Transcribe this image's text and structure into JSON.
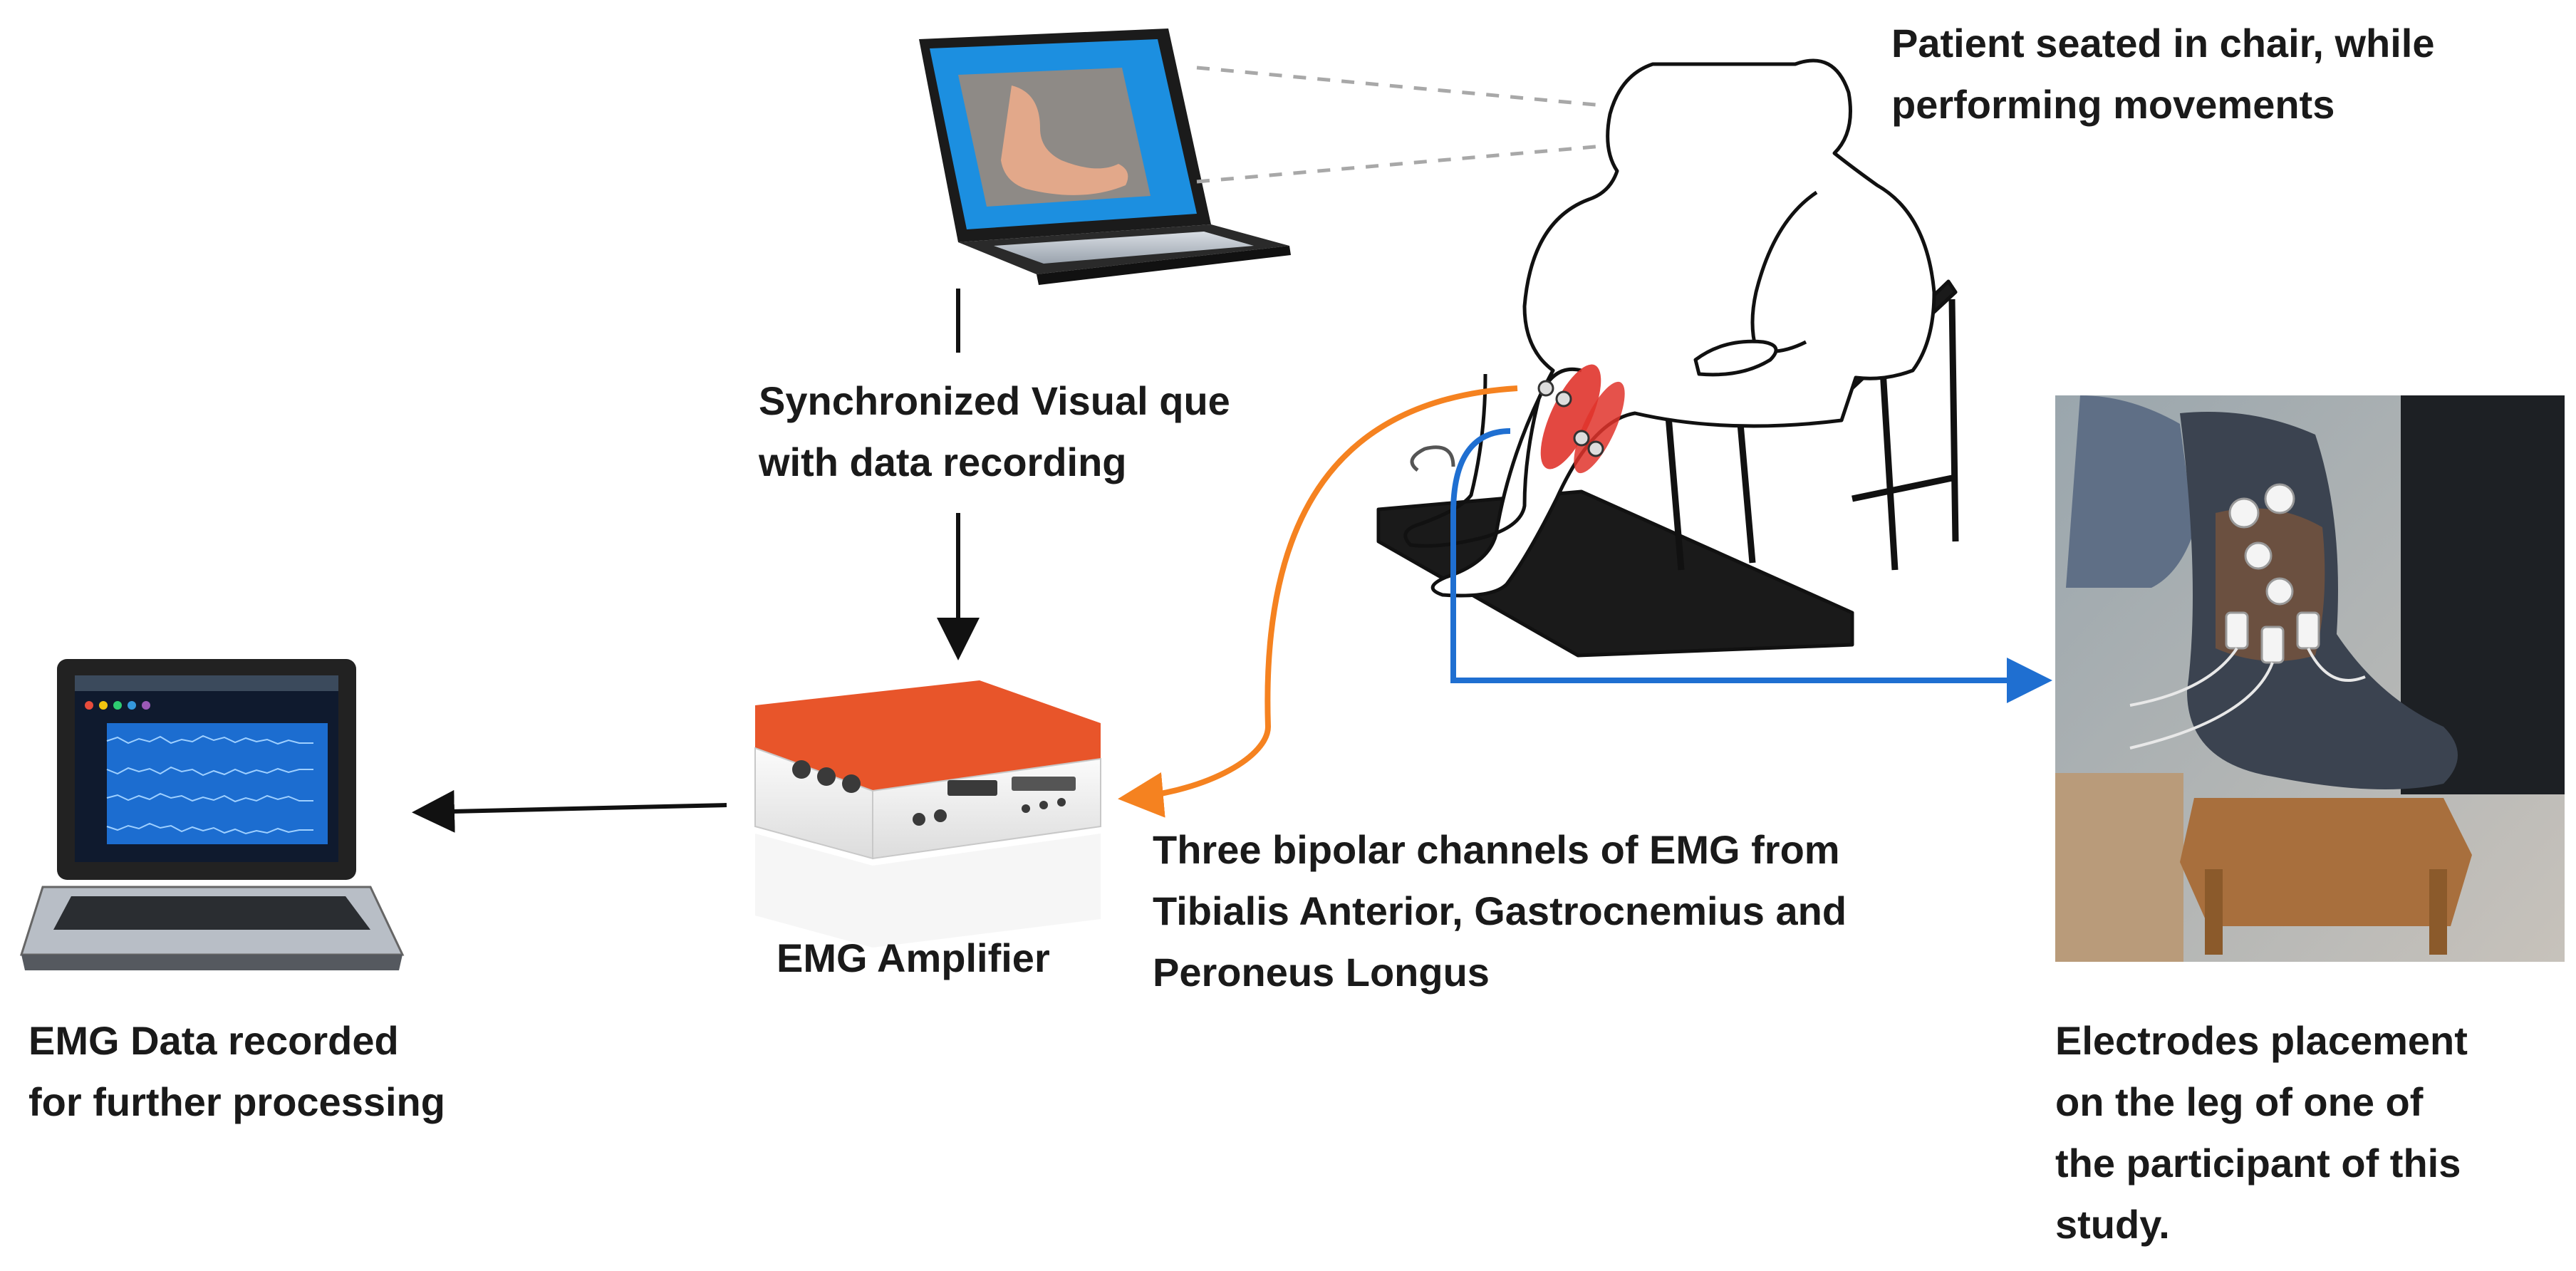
{
  "labels": {
    "patient": [
      "Patient seated in chair, while",
      "performing movements"
    ],
    "visual_cue": [
      "Synchronized Visual que",
      "with data recording"
    ],
    "amplifier": "EMG Amplifier",
    "channels": [
      "Three bipolar channels of EMG from",
      "Tibialis Anterior, Gastrocnemius and",
      "Peroneus Longus"
    ],
    "recorded": [
      "EMG Data recorded",
      "for further processing"
    ],
    "electrodes": [
      "Electrodes placement",
      "on the leg of one of",
      "the participant of this",
      "study."
    ]
  },
  "colors": {
    "arrow_black": "#111111",
    "arrow_orange": "#f58220",
    "arrow_blue": "#1f6fd1",
    "amplifier_top": "#e8552a",
    "laptop_screen": "#1c8fe0",
    "muscle_red": "#e0342c"
  },
  "icons": {
    "stimulus_laptop": "laptop-foot-icon",
    "recording_laptop": "laptop-emg-icon",
    "amplifier": "amplifier-device-icon",
    "patient": "seated-patient-icon",
    "eye": "eye-icon",
    "photo": "leg-electrodes-photo"
  }
}
